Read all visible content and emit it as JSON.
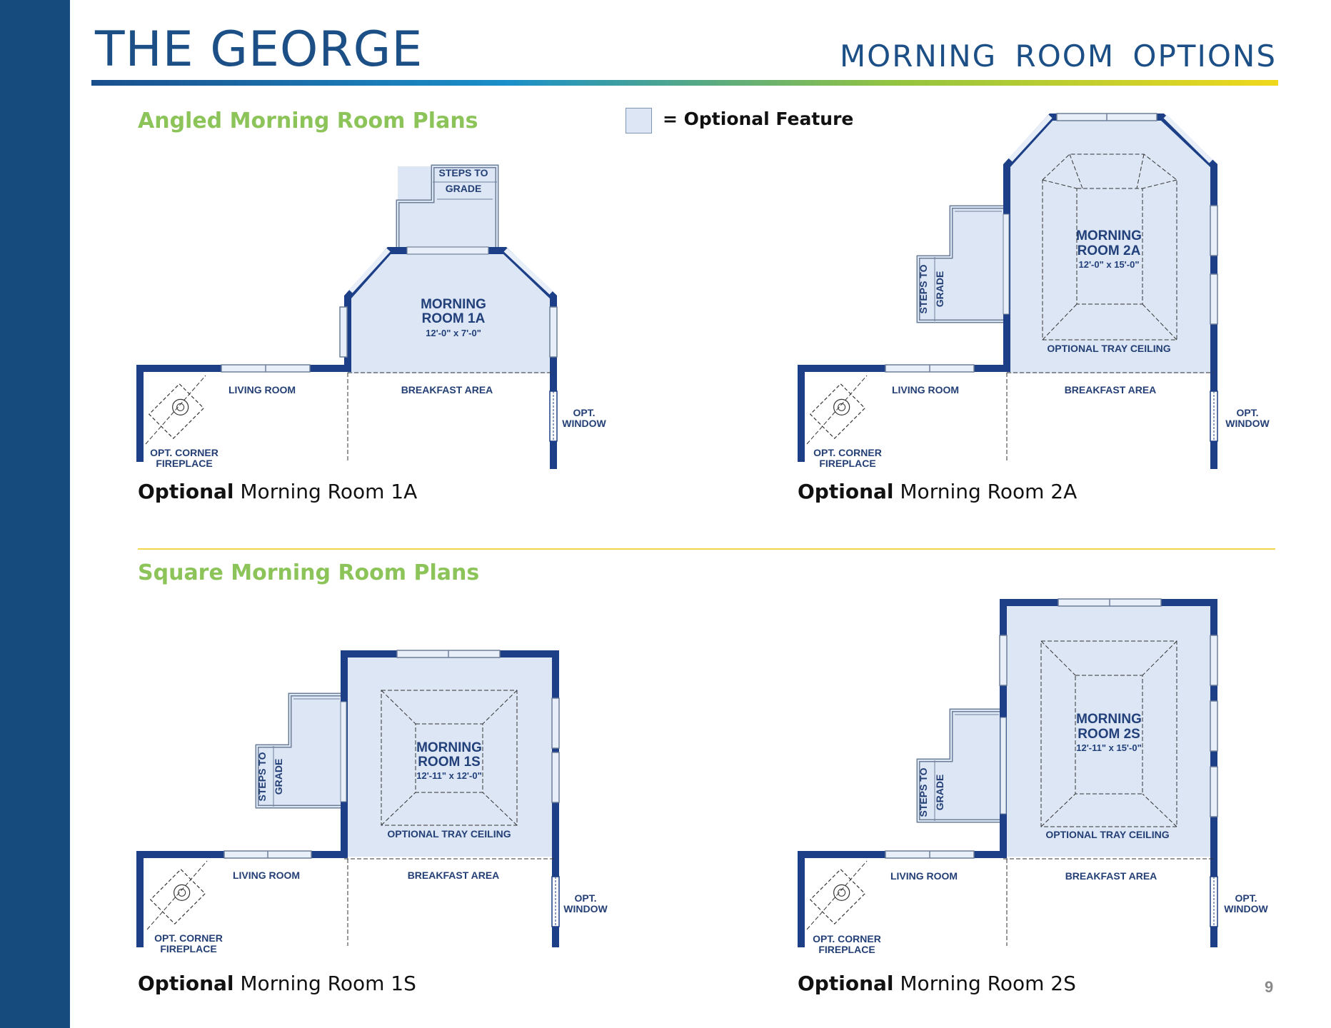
{
  "header": {
    "title": "THE GEORGE",
    "subtitle": "MORNING ROOM OPTIONS"
  },
  "legend": {
    "label": "= Optional Feature",
    "swatch_color": "#dce6f5"
  },
  "sections": {
    "angled": {
      "heading": "Angled Morning Room Plans"
    },
    "square": {
      "heading": "Square Morning Room Plans"
    }
  },
  "colors": {
    "wall": "#1c3f87",
    "optional_fill": "#dce6f5",
    "heading_green": "#8cc45a",
    "title_blue": "#1b4f86",
    "sidebar": "#154b7d"
  },
  "plans": {
    "r1a": {
      "caption_bold": "Optional",
      "caption_rest": " Morning Room 1A",
      "room_line1": "MORNING",
      "room_line2": "ROOM 1A",
      "dimensions": "12'-0\" x 7'-0\"",
      "steps_line1": "STEPS TO",
      "steps_line2": "GRADE",
      "living": "LIVING ROOM",
      "breakfast": "BREAKFAST AREA",
      "opt_window_1": "OPT.",
      "opt_window_2": "WINDOW",
      "fireplace_1": "OPT. CORNER",
      "fireplace_2": "FIREPLACE"
    },
    "r2a": {
      "caption_bold": "Optional",
      "caption_rest": " Morning Room 2A",
      "room_line1": "MORNING",
      "room_line2": "ROOM 2A",
      "dimensions": "12'-0\" x 15'-0\"",
      "tray": "OPTIONAL TRAY CEILING",
      "steps_line1": "STEPS TO",
      "steps_line2": "GRADE",
      "living": "LIVING ROOM",
      "breakfast": "BREAKFAST AREA",
      "opt_window_1": "OPT.",
      "opt_window_2": "WINDOW",
      "fireplace_1": "OPT. CORNER",
      "fireplace_2": "FIREPLACE"
    },
    "r1s": {
      "caption_bold": "Optional",
      "caption_rest": " Morning Room 1S",
      "room_line1": "MORNING",
      "room_line2": "ROOM 1S",
      "dimensions": "12'-11\" x 12'-0\"",
      "tray": "OPTIONAL TRAY CEILING",
      "steps_line1": "STEPS TO",
      "steps_line2": "GRADE",
      "living": "LIVING ROOM",
      "breakfast": "BREAKFAST AREA",
      "opt_window_1": "OPT.",
      "opt_window_2": "WINDOW",
      "fireplace_1": "OPT. CORNER",
      "fireplace_2": "FIREPLACE"
    },
    "r2s": {
      "caption_bold": "Optional",
      "caption_rest": " Morning Room 2S",
      "room_line1": "MORNING",
      "room_line2": "ROOM 2S",
      "dimensions": "12'-11\" x 15'-0\"",
      "tray": "OPTIONAL TRAY CEILING",
      "steps_line1": "STEPS TO",
      "steps_line2": "GRADE",
      "living": "LIVING ROOM",
      "breakfast": "BREAKFAST AREA",
      "opt_window_1": "OPT.",
      "opt_window_2": "WINDOW",
      "fireplace_1": "OPT. CORNER",
      "fireplace_2": "FIREPLACE"
    }
  },
  "footer": {
    "page_number": "9"
  }
}
